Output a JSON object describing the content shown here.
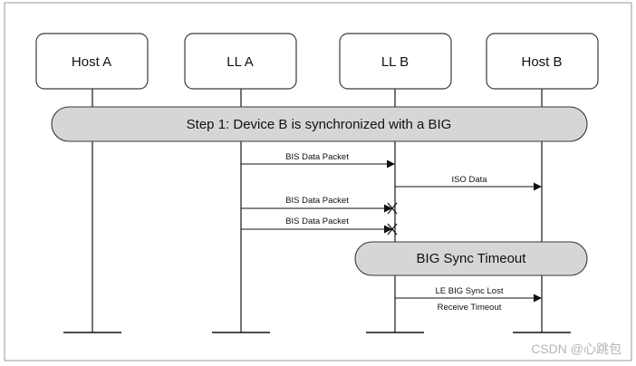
{
  "entities": [
    {
      "label": "Host A"
    },
    {
      "label": "LL A"
    },
    {
      "label": "LL B"
    },
    {
      "label": "Host B"
    }
  ],
  "step": {
    "label": "Step 1: Device B is synchronized with a BIG"
  },
  "messages": [
    {
      "label": "BIS Data Packet",
      "from": "LL A",
      "to": "LL B",
      "lost": false
    },
    {
      "label": "ISO Data",
      "from": "LL B",
      "to": "Host B",
      "lost": false
    },
    {
      "label": "BIS Data Packet",
      "from": "LL A",
      "to": "LL B",
      "lost": true
    },
    {
      "label": "BIS Data Packet",
      "from": "LL A",
      "to": "LL B",
      "lost": true
    }
  ],
  "timeout": {
    "label": "BIG Sync Timeout"
  },
  "final_message": {
    "line1": "LE BIG Sync Lost",
    "line2": "Receive Timeout",
    "from": "LL B",
    "to": "Host B"
  },
  "watermark": "CSDN @心跳包"
}
